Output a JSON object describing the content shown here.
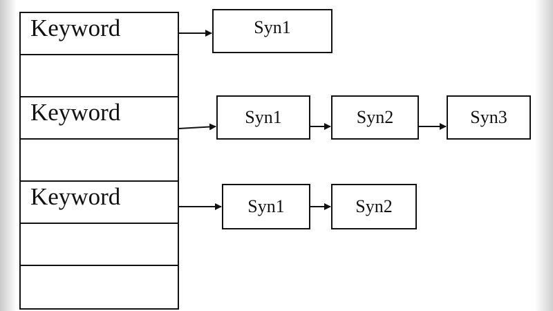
{
  "table": {
    "slots": [
      {
        "label": "Keyword"
      },
      {
        "label": ""
      },
      {
        "label": "Keyword"
      },
      {
        "label": ""
      },
      {
        "label": "Keyword"
      },
      {
        "label": ""
      },
      {
        "label": ""
      }
    ]
  },
  "chains": [
    {
      "synonyms": [
        "Syn1"
      ]
    },
    {
      "synonyms": [
        "Syn1",
        "Syn2",
        "Syn3"
      ]
    },
    {
      "synonyms": [
        "Syn1",
        "Syn2"
      ]
    }
  ]
}
